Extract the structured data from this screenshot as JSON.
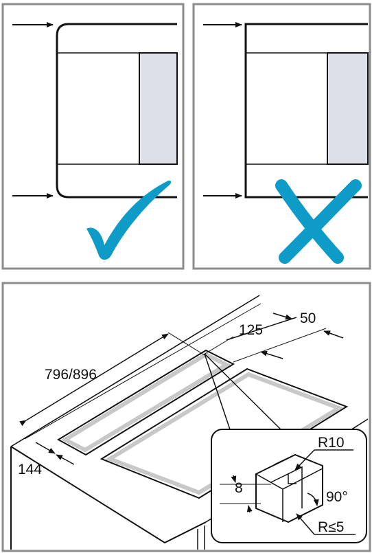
{
  "colors": {
    "frame": "#8c8c8c",
    "line": "#111111",
    "check": "#0f9bc7",
    "cross": "#0f9bc7",
    "fill_panel": "#dde0e8",
    "seal": "#c8c8c8"
  },
  "panels": {
    "correct": {
      "icon": "check-icon"
    },
    "incorrect": {
      "icon": "cross-icon"
    }
  },
  "install": {
    "dim_length": "796/896",
    "dim_gap": "125",
    "dim_width": "50",
    "dim_side": "144",
    "detail": {
      "dim_thickness": "8",
      "radius_outer": "R10",
      "angle": "90°",
      "radius_inner": "R≤5"
    }
  }
}
